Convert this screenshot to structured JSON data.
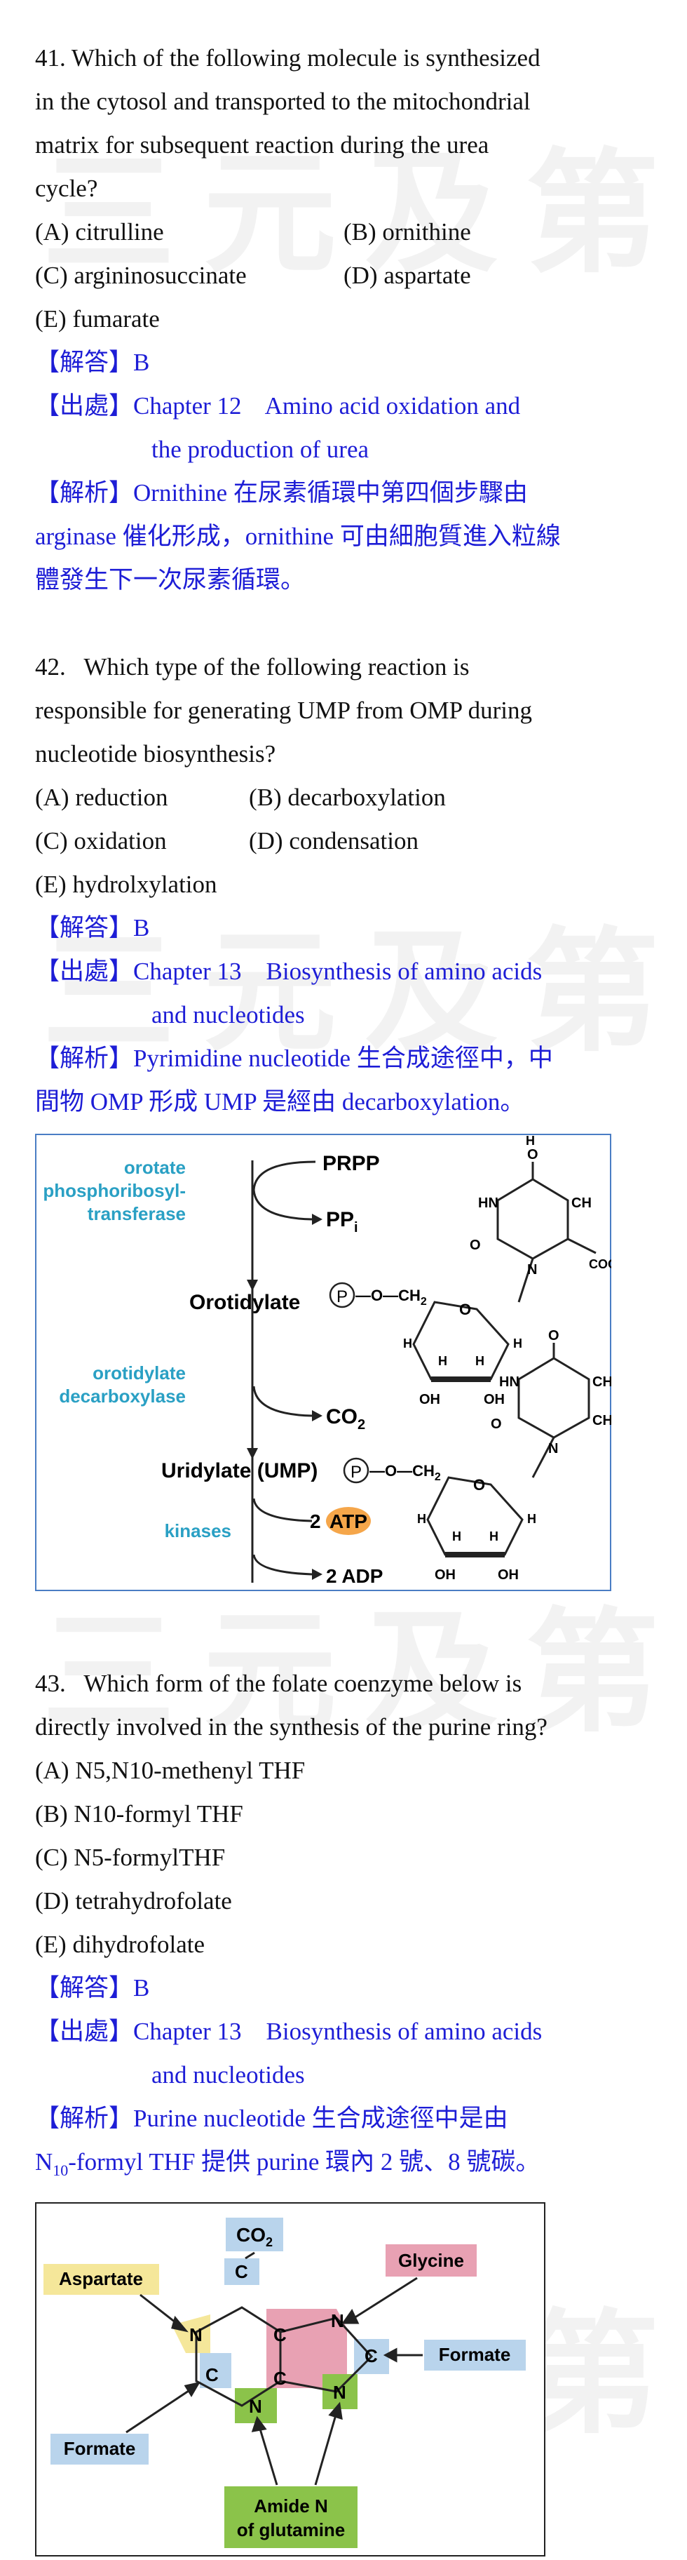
{
  "watermark": "三元及第",
  "q41": {
    "stem": [
      "41. Which of the following molecule is synthesized",
      "in the cytosol and transported to the mitochondrial",
      "matrix for subsequent reaction during the urea",
      "cycle?"
    ],
    "opts": [
      "(A) citrulline",
      "(B) ornithine",
      "(C) argininosuccinate",
      "(D) aspartate",
      "(E) fumarate"
    ],
    "ans_tag": "【解答】",
    "ans": "B",
    "src_tag": "【出處】",
    "src1": "Chapter 12    Amino acid oxidation and",
    "src2": "the production of urea",
    "exp_tag": "【解析】",
    "exp1": "Ornithine 在尿素循環中第四個步驟由",
    "exp2": "arginase 催化形成，ornithine 可由細胞質進入粒線",
    "exp3": "體發生下一次尿素循環。"
  },
  "q42": {
    "stem": [
      "42.   Which type of the following reaction is",
      "responsible for generating UMP from OMP during",
      "nucleotide biosynthesis?"
    ],
    "opts": [
      "(A) reduction",
      "(B) decarboxylation",
      "(C) oxidation",
      "(D) condensation",
      "(E) hydrolxylation"
    ],
    "ans_tag": "【解答】",
    "ans": "B",
    "src_tag": "【出處】",
    "src1": "Chapter 13    Biosynthesis of amino acids",
    "src2": "and nucleotides",
    "exp_tag": "【解析】",
    "exp1": "Pyrimidine nucleotide 生合成途徑中，中",
    "exp2": "間物 OMP 形成 UMP 是經由 decarboxylation。",
    "figure": {
      "enz1a": "orotate",
      "enz1b": "phosphoribosyl-",
      "enz1c": "transferase",
      "prpp": "PRPP",
      "ppi": "PP",
      "ppi_sub": "i",
      "orotidylate": "Orotidylate",
      "enz2a": "orotidylate",
      "enz2b": "decarboxylase",
      "co2": "CO",
      "co2_sub": "2",
      "ump": "Uridylate (UMP)",
      "kinases": "kinases",
      "atp_n": "2",
      "atp": "ATP",
      "adp": "2 ADP",
      "p": "P",
      "ch2": "—O—CH",
      "ch2_sub": "2",
      "h": "H",
      "o": "O",
      "hn": "HN",
      "ch": "CH",
      "n": "N",
      "coo": "COO",
      "oh": "OH",
      "c": "C"
    }
  },
  "q43": {
    "stem": [
      "43.   Which form of the folate coenzyme below is",
      "directly involved in the synthesis of the purine ring?"
    ],
    "opts": [
      "(A) N5,N10-methenyl THF",
      "(B) N10-formyl THF",
      "(C) N5-formylTHF",
      "(D) tetrahydrofolate",
      "(E) dihydrofolate"
    ],
    "ans_tag": "【解答】",
    "ans": "B",
    "src_tag": "【出處】",
    "src1": "Chapter 13    Biosynthesis of amino acids",
    "src2": "and nucleotides",
    "exp_tag": "【解析】",
    "exp1": "Purine nucleotide 生合成途徑中是由",
    "exp2a": "N",
    "exp2sub": "10",
    "exp2b": "-formyl THF 提供 purine 環內 2 號、8 號碳。",
    "figure": {
      "co2": "CO",
      "co2_sub": "2",
      "aspartate": "Aspartate",
      "glycine": "Glycine",
      "formate1": "Formate",
      "formate2": "Formate",
      "amide1": "Amide N",
      "amide2": "of glutamine",
      "n": "N",
      "c": "C"
    }
  }
}
